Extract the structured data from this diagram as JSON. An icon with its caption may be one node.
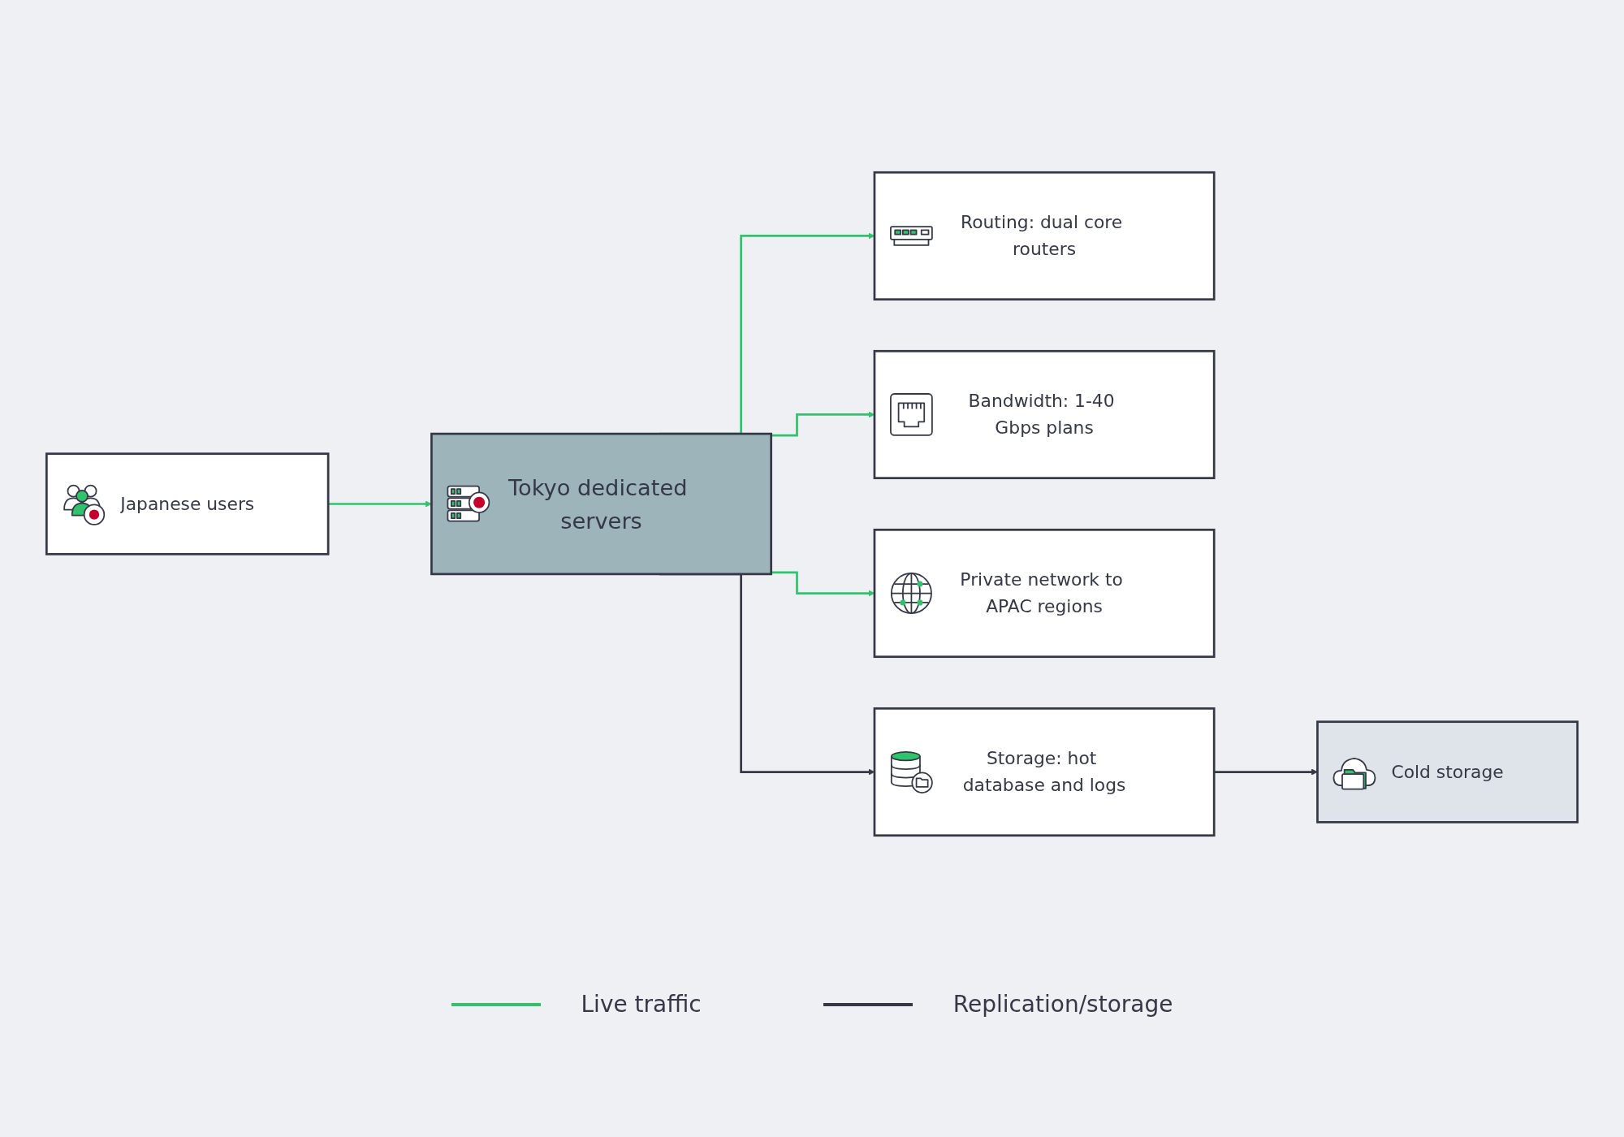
{
  "diagram": {
    "nodes": [
      {
        "text": [
          "Routing: dual core routers"
        ]
      },
      {
        "text": [
          "Japanese users"
        ]
      },
      {
        "text": [
          "Tokyo dedicated servers"
        ]
      },
      {
        "text": [
          "Bandwidth: 1-40 Gbps plans"
        ]
      },
      {
        "text": [
          "Private network to APAC regions"
        ]
      },
      {
        "text": [
          "Storage: hot database and logs"
        ]
      },
      {
        "text": [
          "Cold storage"
        ]
      }
    ],
    "edges": [
      {
        "from": 1,
        "to": 2,
        "arrow": "to"
      },
      {
        "from": 2,
        "to": 0,
        "arrow": "to"
      },
      {
        "from": 2,
        "to": 3,
        "arrow": "to"
      },
      {
        "from": 2,
        "to": 4,
        "arrow": "to"
      },
      {
        "from": 2,
        "to": 5,
        "arrow": "to",
        "color": "#353846"
      },
      {
        "from": 5,
        "to": 6,
        "arrow": "to",
        "color": "#353846"
      }
    ],
    "legend": [
      {
        "text": "Live traffic"
      },
      {
        "text": "Replication/storage"
      }
    ]
  }
}
